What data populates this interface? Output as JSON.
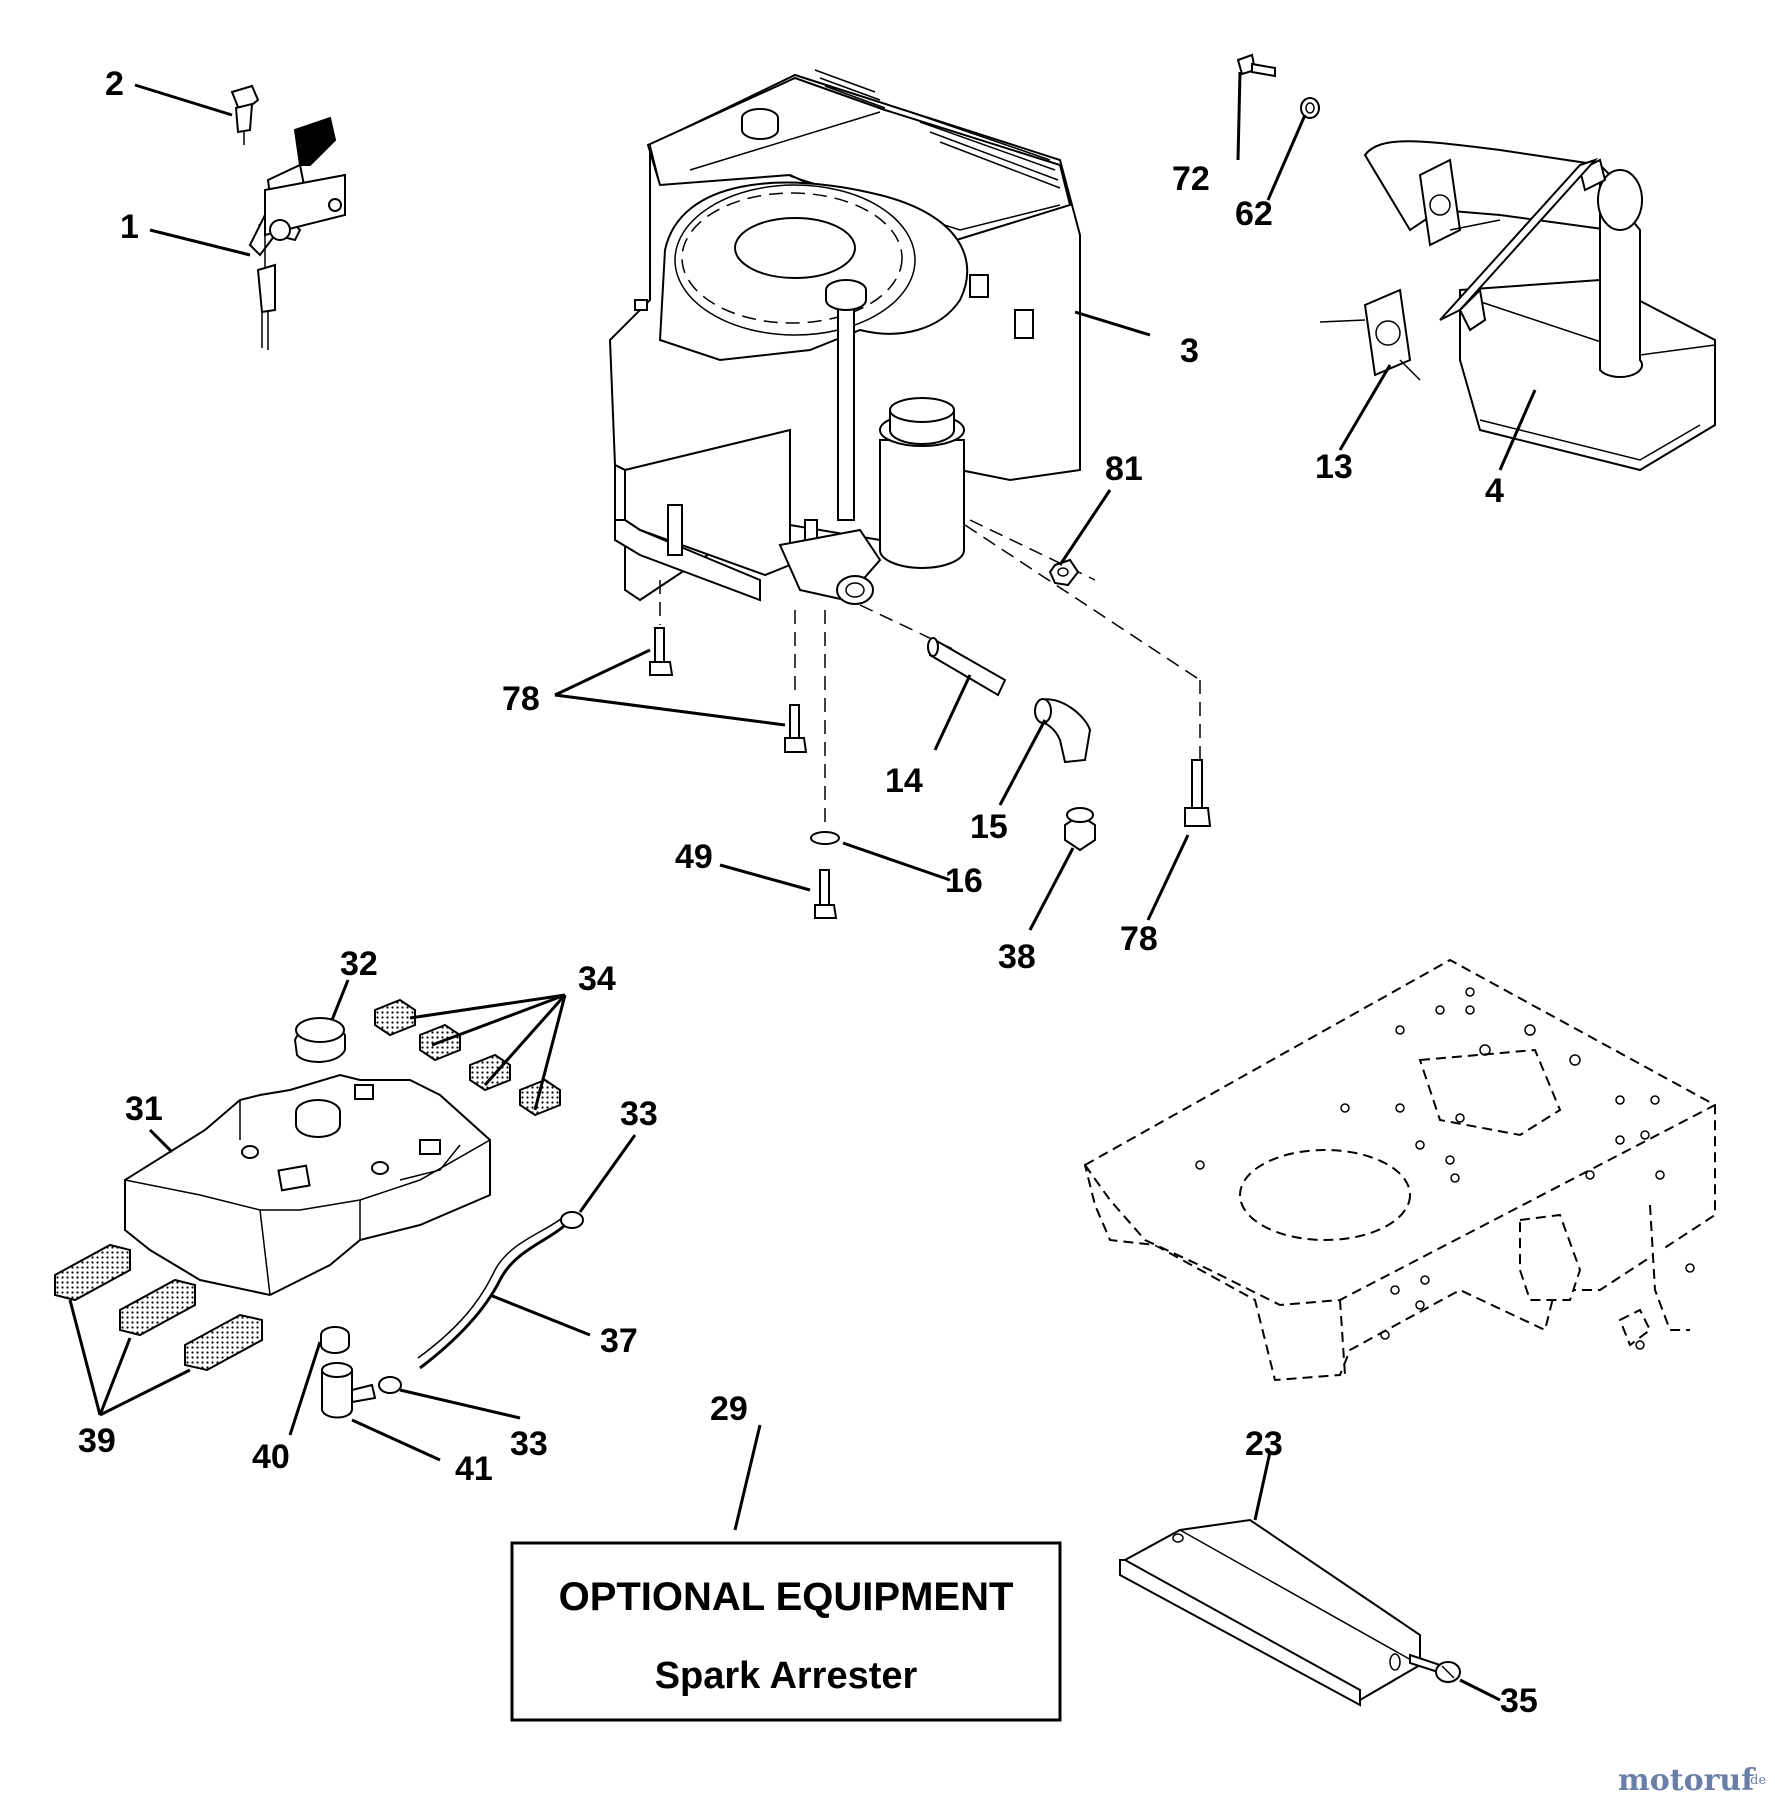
{
  "part_labels": {
    "p1": "1",
    "p2": "2",
    "p3": "3",
    "p4": "4",
    "p13": "13",
    "p14": "14",
    "p15": "15",
    "p16": "16",
    "p23": "23",
    "p29": "29",
    "p31": "31",
    "p32": "32",
    "p33a": "33",
    "p33b": "33",
    "p34": "34",
    "p35": "35",
    "p37": "37",
    "p38": "38",
    "p39": "39",
    "p40": "40",
    "p41": "41",
    "p49": "49",
    "p62": "62",
    "p72": "72",
    "p78a": "78",
    "p78b": "78",
    "p81": "81"
  },
  "optional_box": {
    "title": "OPTIONAL EQUIPMENT",
    "subtitle": "Spark Arrester"
  },
  "watermark": {
    "main": "motoruf",
    "suffix": ".de"
  }
}
